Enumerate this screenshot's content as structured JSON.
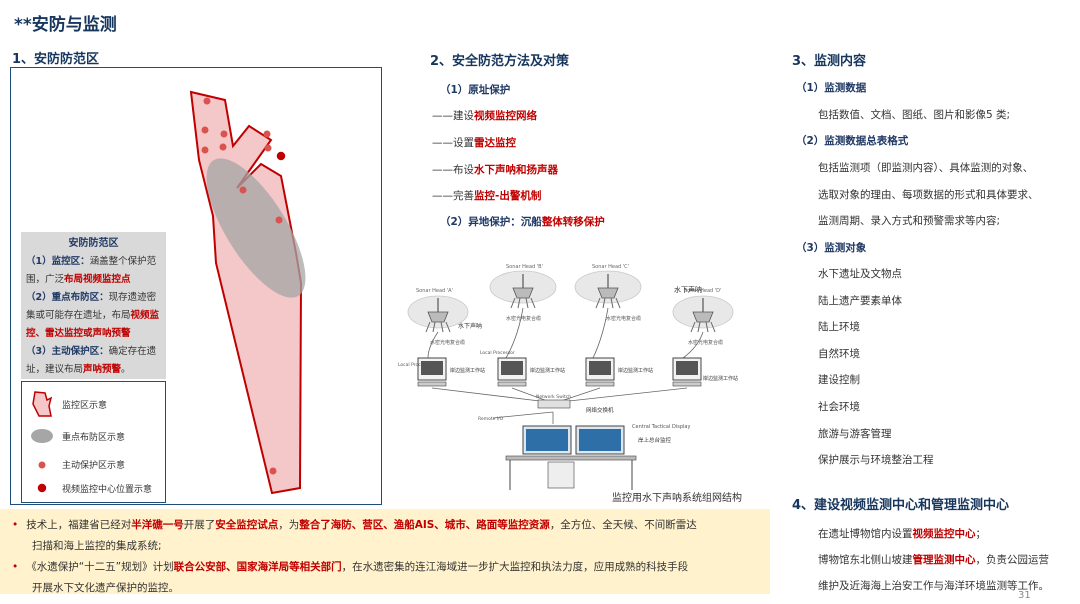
{
  "title": "**安防与监测",
  "sec1": {
    "heading": "1、安防防范区",
    "panel": {
      "title": "安防防范区",
      "p1_label": "（1）监控区：",
      "p1_text": "涵盖整个保护范围，广泛",
      "p1_red": "布局视频监控点",
      "p2_label": "（2）重点布防区：",
      "p2_text": "现存遗迹密集或可能存在遗址，布局",
      "p2_red": "视频监控、雷达监控或声呐预警",
      "p3_label": "（3）主动保护区：",
      "p3_text": "确定存在遗址，建议布局",
      "p3_red": "声呐预警",
      "p3_end": "。"
    },
    "legend": [
      {
        "icon": "monitor-zone-icon",
        "label": "监控区示意"
      },
      {
        "icon": "key-zone-icon",
        "label": "重点布防区示意"
      },
      {
        "icon": "active-point-icon",
        "label": "主动保护区示意"
      },
      {
        "icon": "video-center-icon",
        "label": "视频监控中心位置示意"
      }
    ]
  },
  "sec2": {
    "heading": "2、安全防范方法及对策",
    "sub1": "（1）原址保护",
    "l1_pre": "——建设",
    "l1_red": "视频监控网络",
    "l2_pre": "——设置",
    "l2_red": "雷达监控",
    "l3_pre": "——布设",
    "l3_red": "水下声呐和扬声器",
    "l4_pre": "——完善",
    "l4_red": "监控-出警机制",
    "sub2_pre": "（2）异地保护：沉船",
    "sub2_red": "整体转移保护",
    "diagram": {
      "caption": "监控用水下声呐系统组网结构",
      "sonar_heads": [
        "Sonar Head 'A'",
        "Sonar Head 'B'",
        "Sonar Head 'C'",
        "Sonar Head 'D'"
      ],
      "label_sonar": "水下声呐",
      "label_cable": "水密光电复合缆",
      "label_processor": "Local Processor",
      "label_station": "岸边监测工作站",
      "label_switch": "Network Switch",
      "label_hub": "网络交换机",
      "label_remote": "Remote I/O",
      "label_central": "岸上总台监控",
      "label_display": "Central Tactical Display"
    }
  },
  "sec3": {
    "heading": "3、监测内容",
    "s1": "（1）监测数据",
    "s1_t": "包括数值、文档、图纸、图片和影像5 类;",
    "s2": "（2）监测数据总表格式",
    "s2_t1": "包括监测项（即监测内容）、具体监测的对象、",
    "s2_t2": "选取对象的理由、每项数据的形式和具体要求、",
    "s2_t3": "监测周期、录入方式和预警需求等内容;",
    "s3": "（3）监测对象",
    "objects": [
      "水下遗址及文物点",
      "陆上遗产要素单体",
      "陆上环境",
      "自然环境",
      "建设控制",
      "社会环境",
      "旅游与游客管理",
      "保护展示与环境整治工程"
    ]
  },
  "sec4": {
    "heading": "4、建设视频监测中心和管理监测中心",
    "l1_pre": "在遗址博物馆内设置",
    "l1_red": "视频监控中心",
    "l1_end": "；",
    "l2_pre": "博物馆东北侧山坡建",
    "l2_red": "管理监测中心",
    "l2_end": "，负责公园运营",
    "l3": "维护及近海海上治安工作与海洋环境监测等工作。"
  },
  "bottom": {
    "b1_a": "技术上，福建省已经对",
    "b1_r1": "半洋礁一号",
    "b1_b": "开展了",
    "b1_r2": "安全监控试点",
    "b1_c": "，为",
    "b1_r3": "整合了海防、营区、渔船AIS、城市、路面等监控资源",
    "b1_d": "，全方位、全天候、不间断雷达",
    "b1_e": "扫描和海上监控的集成系统;",
    "b2_a": "《水遗保护“十二五”规划》计划",
    "b2_r1": "联合公安部、国家海洋局等相关部门",
    "b2_b": "，在水遗密集的连江海域进一步扩大监控和执法力度，应用成熟的科技手段",
    "b2_c": "开展水下文化遗产保护的监控。"
  },
  "page_number": "31",
  "colors": {
    "navy": "#17365d",
    "red": "#c00000",
    "zone_fill": "#f4c7c8",
    "zone_stroke": "#c00000",
    "key_zone": "#a6a6a6",
    "bottom_bg": "#fff2cc"
  }
}
